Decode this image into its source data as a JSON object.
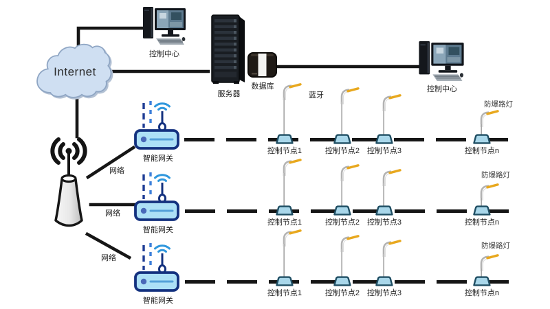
{
  "cloud": {
    "label": "Internet"
  },
  "top_control_center": {
    "label": "控制中心"
  },
  "server": {
    "label": "服务器"
  },
  "database": {
    "label": "数据库"
  },
  "right_control_center": {
    "label": "控制中心"
  },
  "bluetooth_label": "蓝牙",
  "network_labels": [
    "网络",
    "网络",
    "网络"
  ],
  "gateways": [
    {
      "label": "智能网关"
    },
    {
      "label": "智能网关"
    },
    {
      "label": "智能网关"
    }
  ],
  "rows": [
    {
      "lamp_type": "防爆路灯",
      "nodes": [
        "控制节点1",
        "控制节点2",
        "控制节点3",
        "控制节点n"
      ]
    },
    {
      "lamp_type": "防爆路灯",
      "nodes": [
        "控制节点1",
        "控制节点2",
        "控制节点3",
        "控制节点n"
      ]
    },
    {
      "lamp_type": "防爆路灯",
      "nodes": [
        "控制节点1",
        "控制节点2",
        "控制节点3",
        "控制节点n"
      ]
    }
  ],
  "colors": {
    "line": "#161616",
    "cloud_fill": "#cfdff2",
    "router_fill": "#ade0f6",
    "router_stroke": "#13317f",
    "lamp_yellow": "#e8a81e",
    "base_fill": "#a9d7ea",
    "base_stroke": "#1f4e63",
    "wifi_blue": "#2f97dd"
  }
}
